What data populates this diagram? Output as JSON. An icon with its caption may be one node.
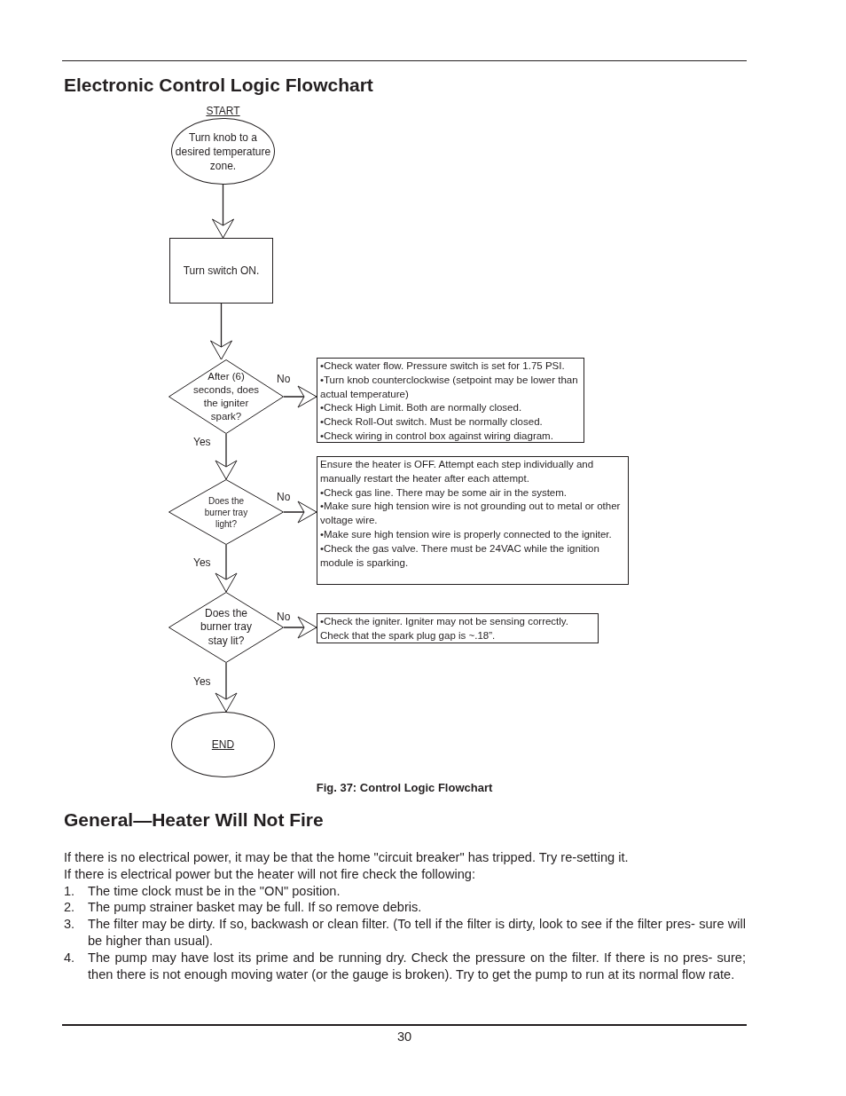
{
  "diagram": {
    "title": "Electronic Control Logic Flowchart",
    "caption": "Fig. 37: Control Logic Flowchart",
    "nodes": [
      {
        "text": [
          "START",
          "Turn knob to a desired temperature zone."
        ]
      },
      {
        "text": [
          "Turn switch ON."
        ]
      },
      {
        "text": [
          "After (6) seconds, does the igniter spark?"
        ]
      },
      {
        "text": [
          "•Check water flow. Pressure switch is set for 1.75 PSI.",
          "•Turn knob counterclockwise (setpoint may be lower than actual temperature)",
          "•Check High Limit. Both are normally closed.",
          "•Check Roll-Out switch. Must be normally closed.",
          "•Check wiring in control box against wiring diagram."
        ]
      },
      {
        "text": [
          "Does the burner tray light?"
        ]
      },
      {
        "text": [
          "Ensure the heater is OFF. Attempt each step individually and manually restart the heater after each attempt.",
          "•Check gas line. There may be some air in the system.",
          "•Make sure high tension wire is not grounding out to metal or other voltage wire.",
          "•Make sure high tension wire is properly connected to the igniter.",
          "•Check the gas valve. There must be 24VAC while the ignition module is sparking."
        ]
      },
      {
        "text": [
          "Does the burner tray stay lit?"
        ]
      },
      {
        "text": [
          "•Check the igniter. Igniter may not be sensing correctly. Check that the spark plug gap is ~.18”."
        ]
      },
      {
        "text": [
          "END"
        ]
      }
    ],
    "edges": [
      {
        "from": 0,
        "to": 1,
        "arrow": "to"
      },
      {
        "from": 1,
        "to": 2,
        "arrow": "to"
      },
      {
        "from": 2,
        "to": 3,
        "arrow": "to",
        "label": "No"
      },
      {
        "from": 2,
        "to": 4,
        "arrow": "to",
        "label": "Yes"
      },
      {
        "from": 4,
        "to": 5,
        "arrow": "to",
        "label": "No"
      },
      {
        "from": 4,
        "to": 6,
        "arrow": "to",
        "label": "Yes"
      },
      {
        "from": 6,
        "to": 7,
        "arrow": "to",
        "label": "No"
      },
      {
        "from": 6,
        "to": 8,
        "arrow": "to",
        "label": "Yes"
      }
    ],
    "labels": [
      "General—Heater Will Not Fire",
      "If there is no electrical power, it may be that the home \"circuit breaker\" has tripped. Try re-setting it.",
      "If there is electrical power but the heater will not fire check the following:",
      "1.",
      "The time clock must be in the \"ON\" position.",
      "2.",
      "The pump strainer basket may be full. If so remove debris.",
      "3.",
      "The filter may be dirty. If so, backwash or clean filter. (To tell if the filter is dirty, look to see if the filter pres- sure will be higher than usual).",
      "4.",
      "The pump may have lost its prime and be running dry. Check the pressure on the filter. If there is no pres- sure; then there is not enough moving water (or the gauge is broken). Try to get the pump to run at its normal flow rate.",
      "30"
    ]
  }
}
